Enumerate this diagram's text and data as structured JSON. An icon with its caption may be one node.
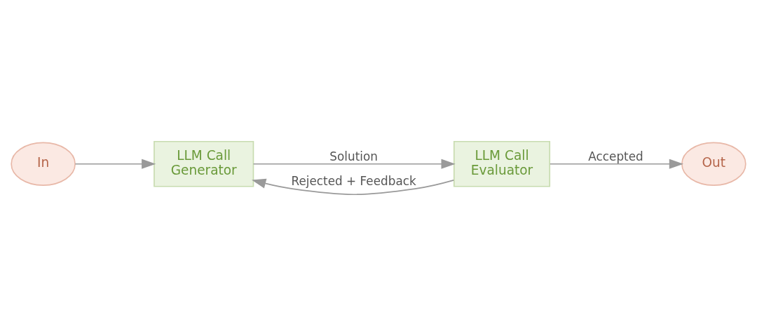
{
  "diagram": {
    "nodes": [
      {
        "text": [
          "In"
        ]
      },
      {
        "text": [
          "LLM Call",
          "Generator"
        ]
      },
      {
        "text": [
          "LLM Call",
          "Evaluator"
        ]
      },
      {
        "text": [
          "Out"
        ]
      }
    ],
    "edges": [
      {
        "from": 0,
        "to": 1,
        "arrow": "to"
      },
      {
        "from": 1,
        "to": 2,
        "arrow": "to",
        "label": "Solution"
      },
      {
        "from": 2,
        "to": 1,
        "arrow": "to",
        "label": "Rejected + Feedback"
      },
      {
        "from": 2,
        "to": 3,
        "arrow": "to",
        "label": "Accepted"
      }
    ]
  }
}
